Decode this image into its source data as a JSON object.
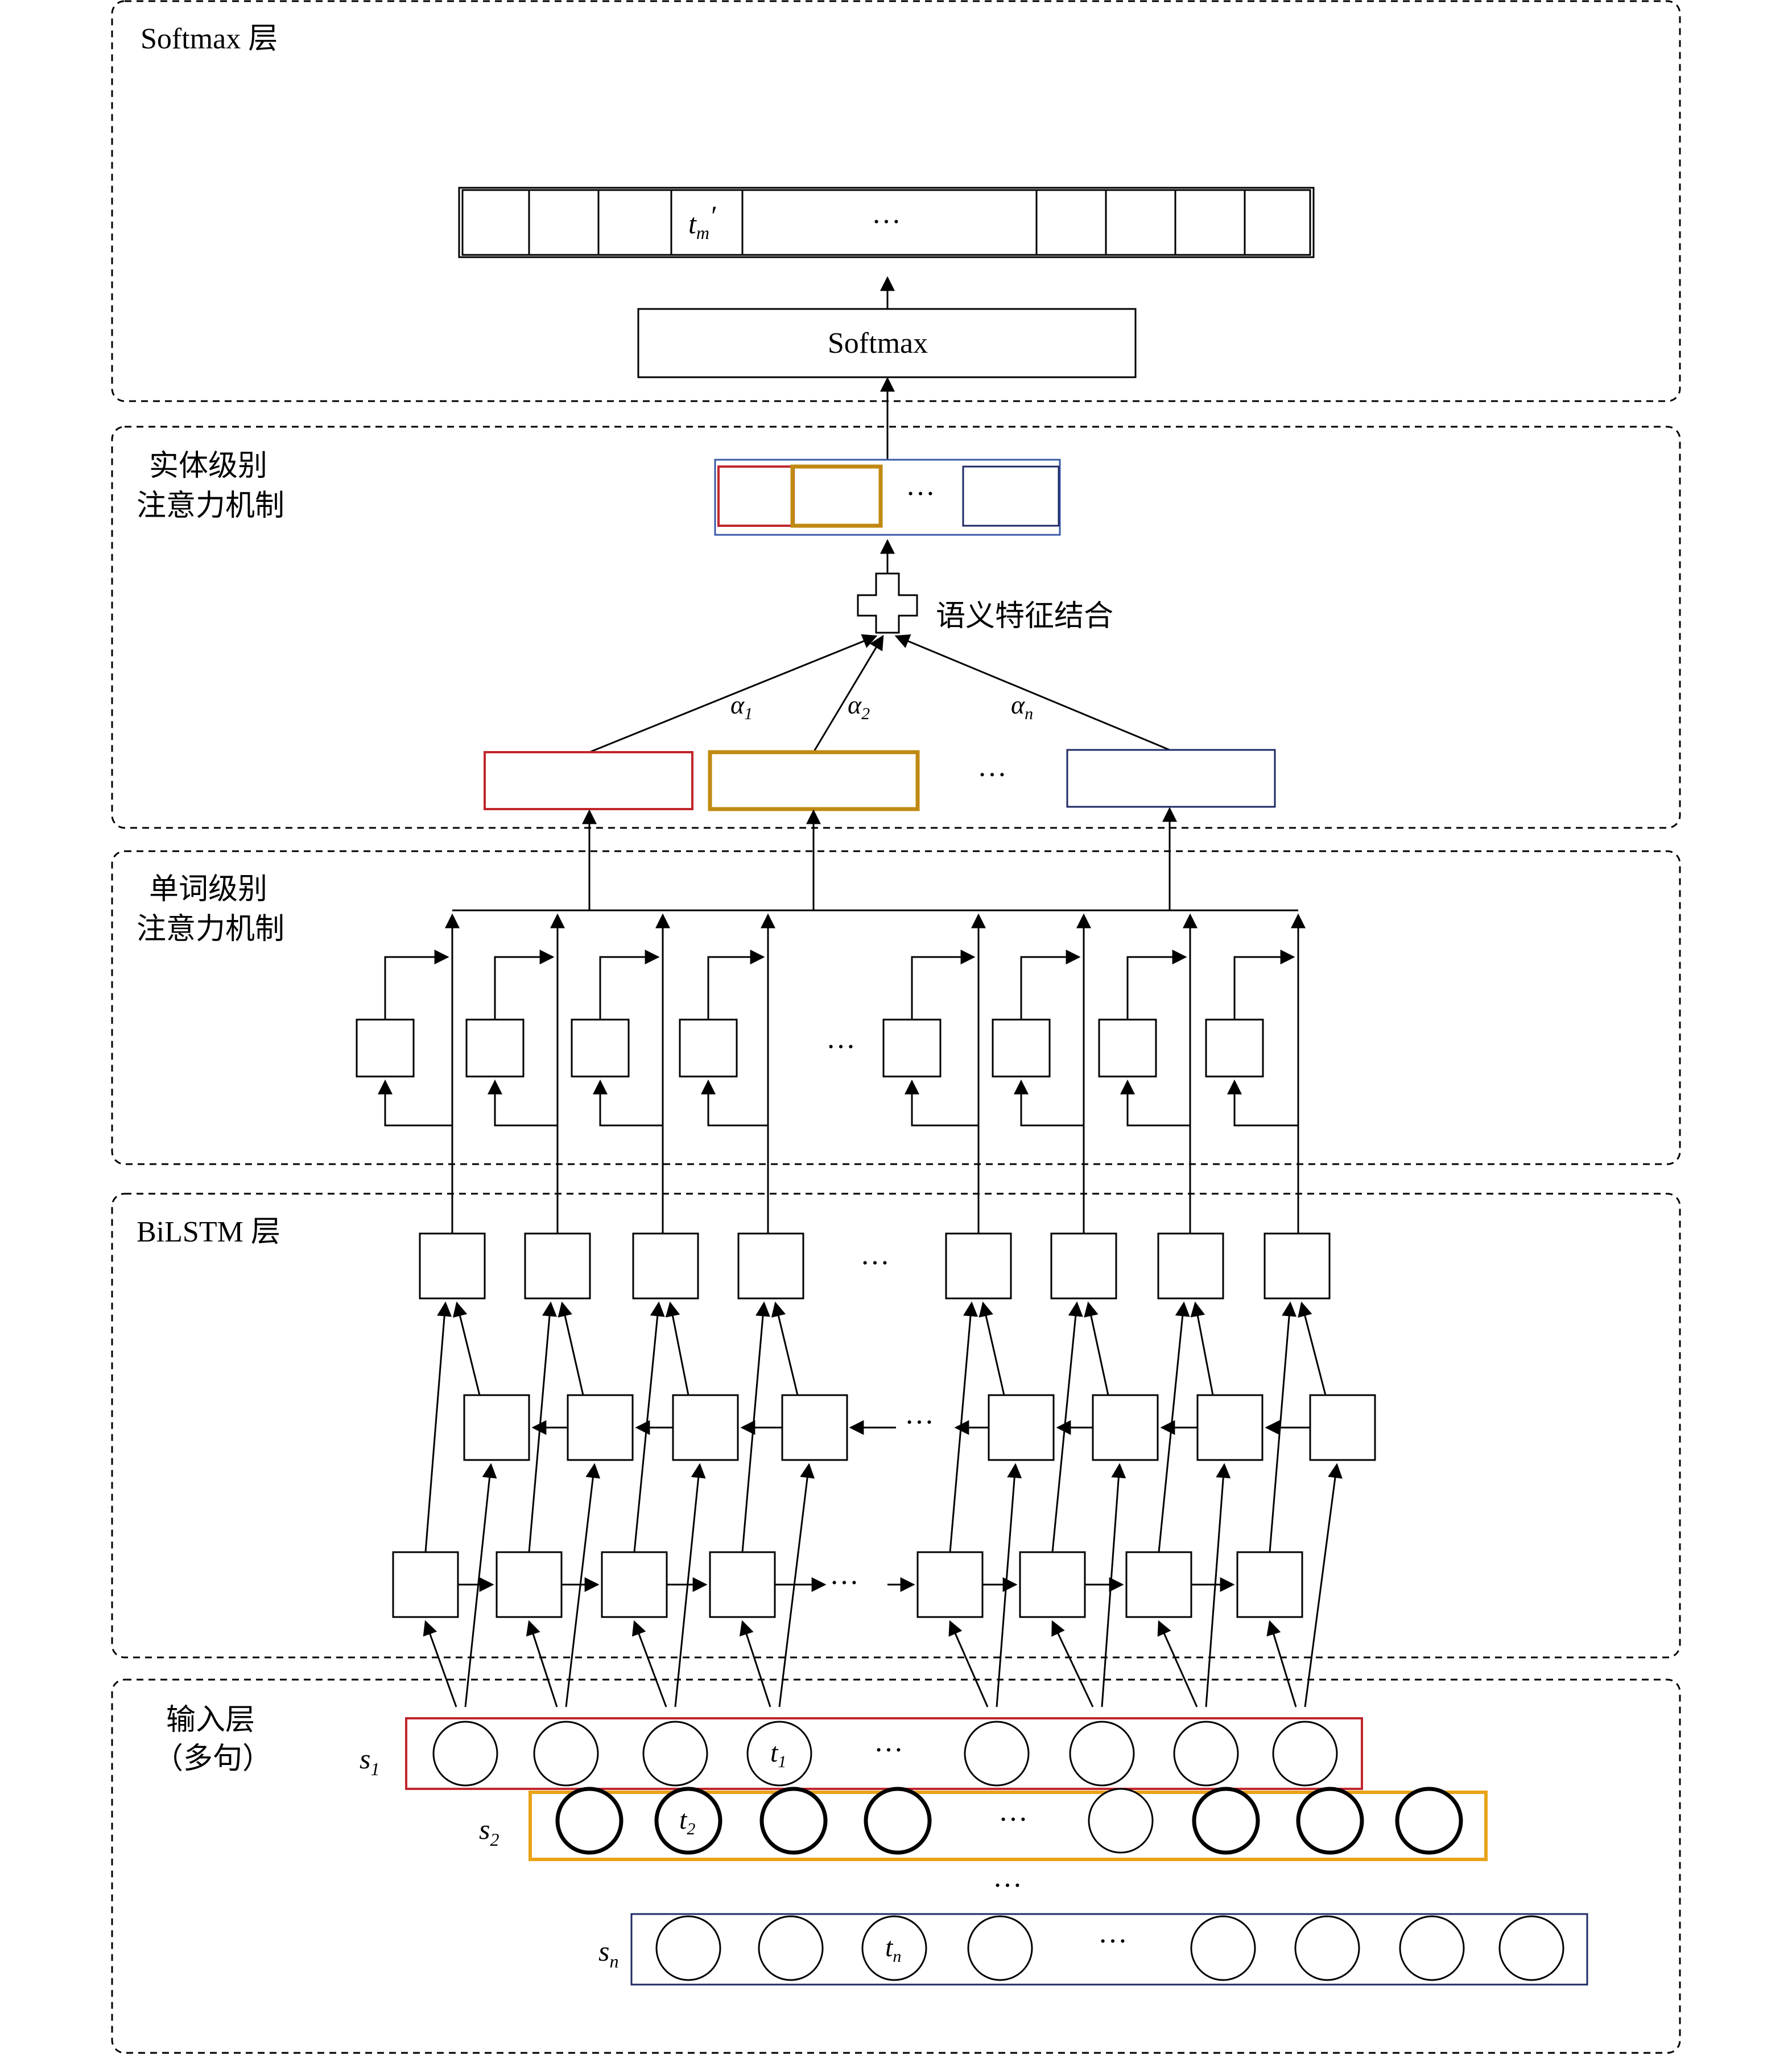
{
  "layers": {
    "softmax": {
      "title": "Softmax 层"
    },
    "entity_attention": {
      "title_line1": "实体级别",
      "title_line2": "注意力机制"
    },
    "word_attention": {
      "title_line1": "单词级别",
      "title_line2": "注意力机制"
    },
    "bilstm": {
      "title": "BiLSTM 层"
    },
    "input": {
      "title_line1": "输入层",
      "title_line2": "（多句）"
    }
  },
  "nodes": {
    "softmax_box": "Softmax",
    "output_token_base": "t",
    "output_token_sub": "m",
    "output_token_prime": "′",
    "combine_label": "语义特征结合",
    "alpha_base": "α",
    "alpha_subs": [
      "1",
      "2",
      "n"
    ],
    "ellipsis": "…",
    "sentence_base": "s",
    "sentence_subs": [
      "1",
      "2",
      "n"
    ],
    "target_base": "t",
    "target_subs": [
      "1",
      "2",
      "n"
    ]
  },
  "colors": {
    "sentence_1": "#c0262c",
    "sentence_2": "#e8a317",
    "sentence_2_attention": "#c08a12",
    "sentence_n": "#1f2a66",
    "frame_blue": "#3a5aa8",
    "stroke": "#000000"
  }
}
